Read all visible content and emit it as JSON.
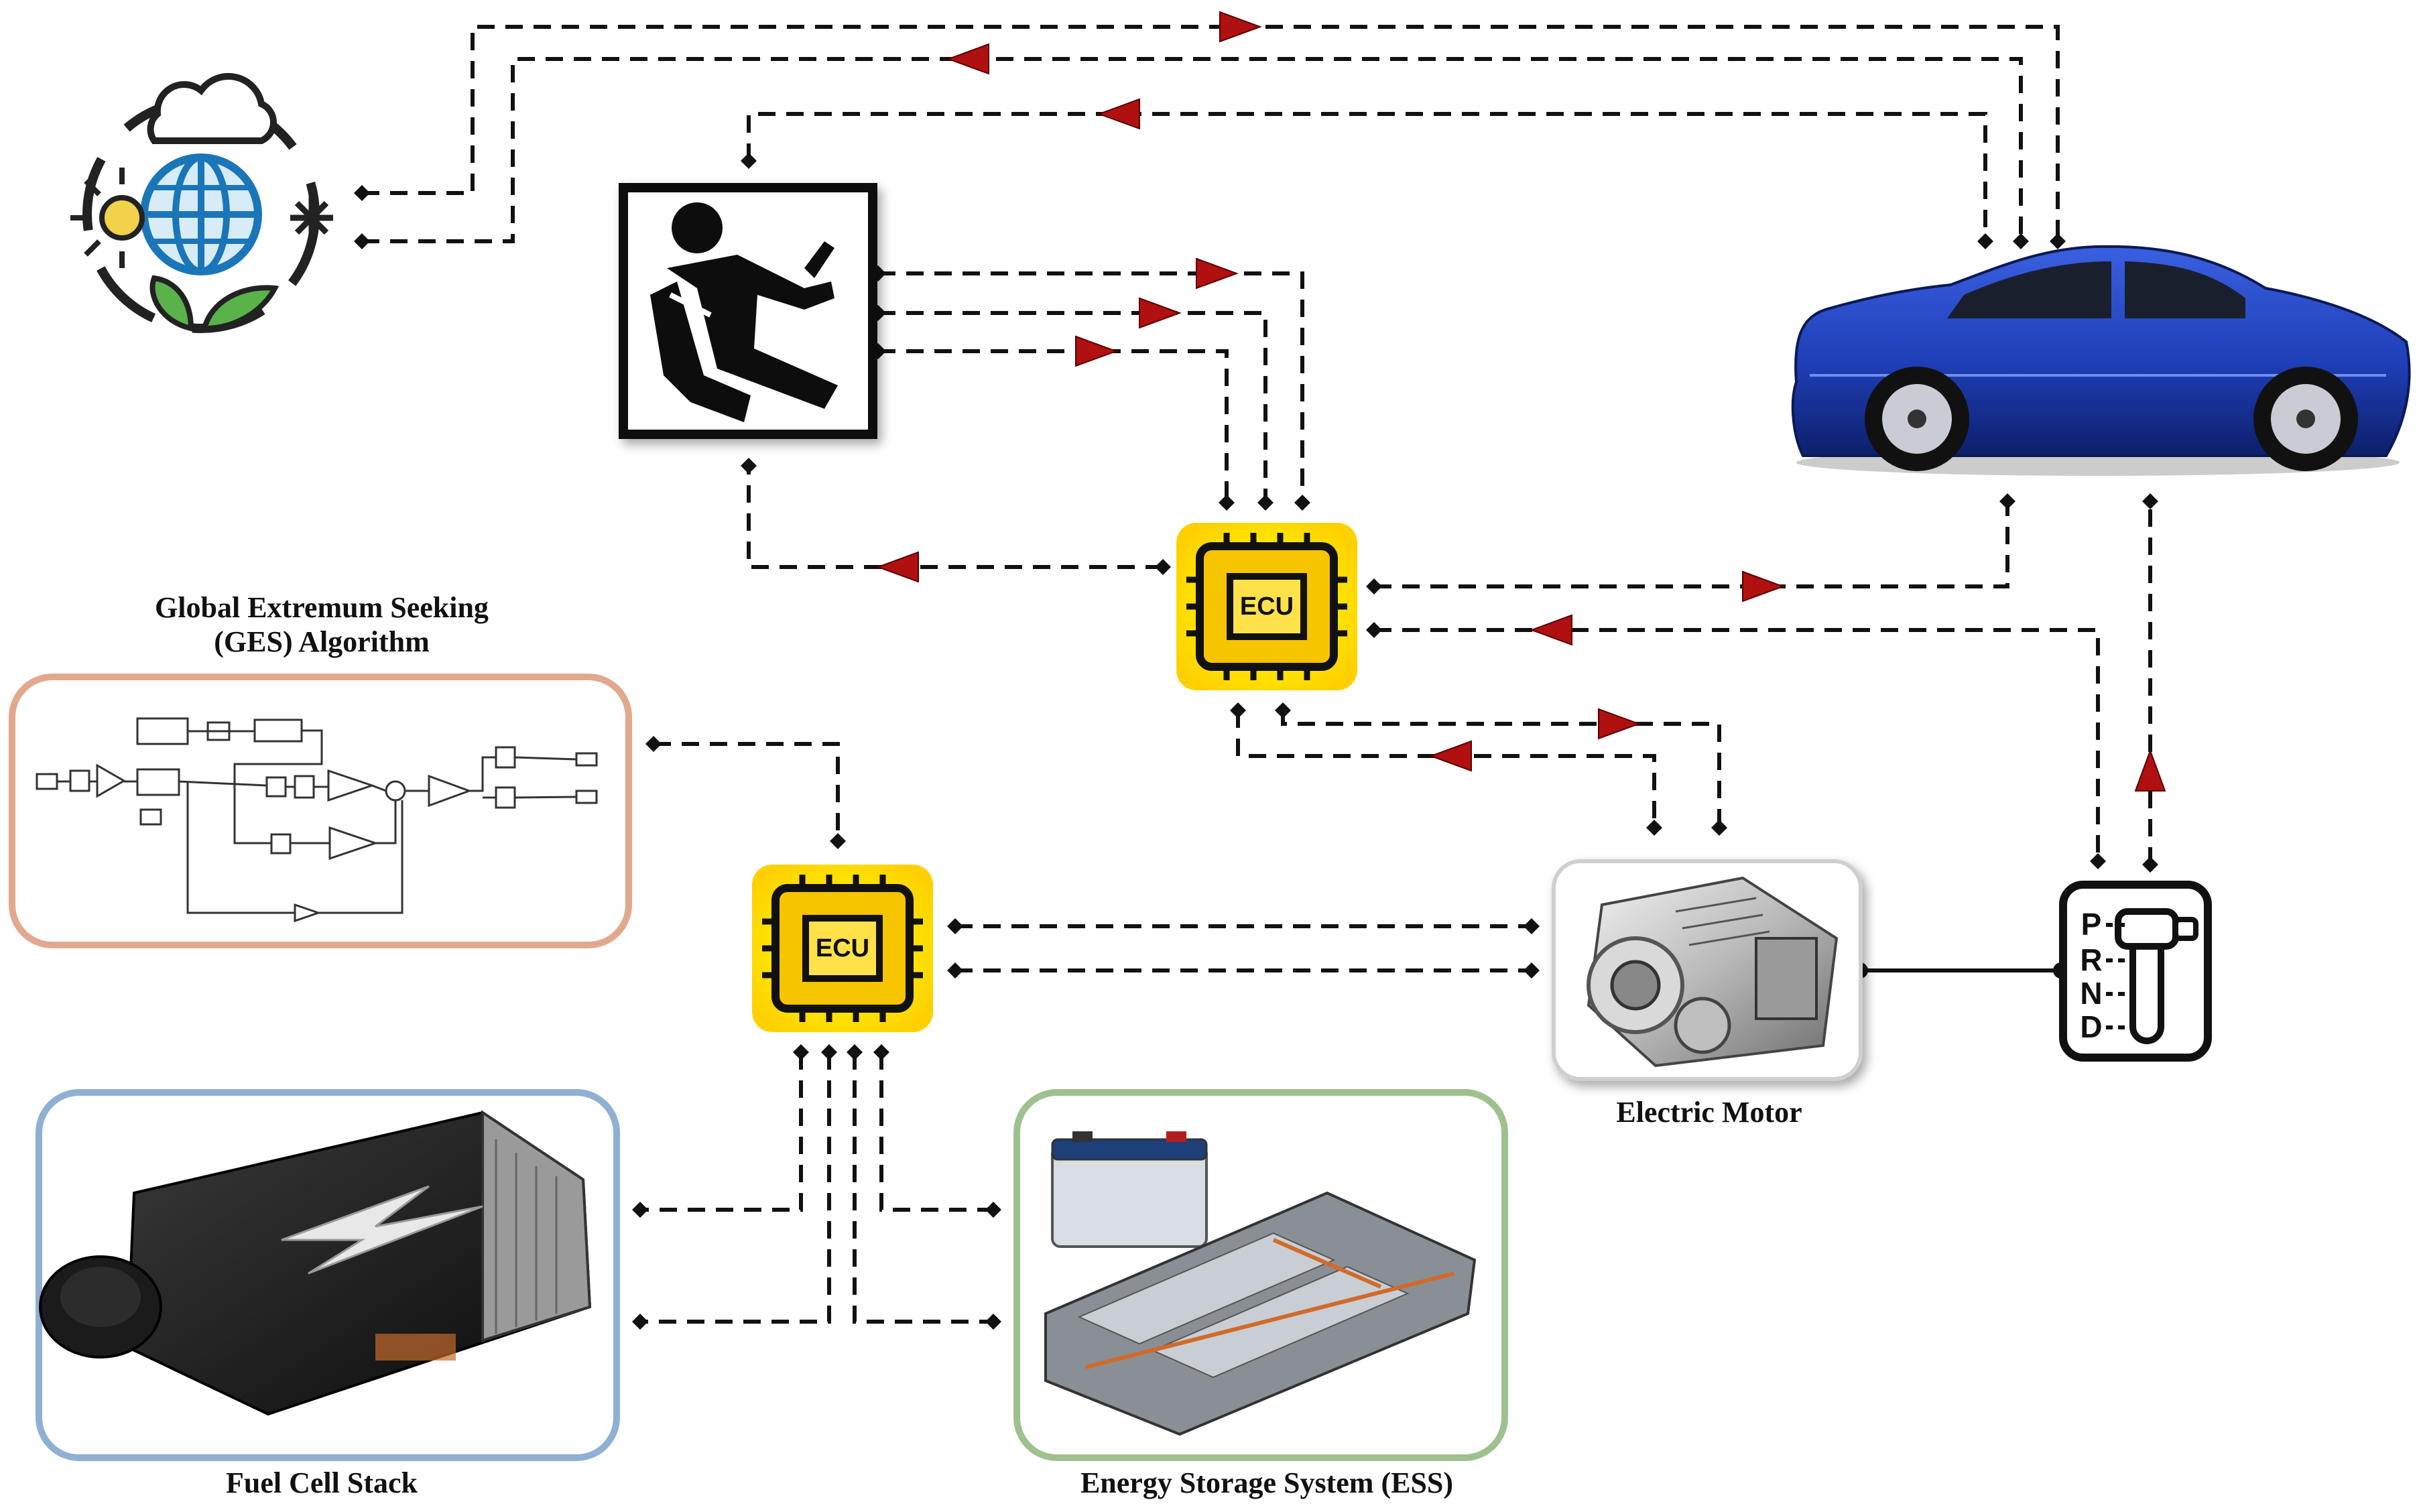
{
  "labels": {
    "ges_line1": "Global Extremum Seeking",
    "ges_line2": "(GES) Algorithm",
    "electric_motor": "Electric Motor",
    "fuel_cell": "Fuel Cell Stack",
    "ess": "Energy Storage System (ESS)",
    "ecu": "ECU",
    "gear_letters": [
      "P",
      "R",
      "N",
      "D"
    ]
  },
  "colors": {
    "line": "#111111",
    "arrow": "#b01010",
    "ecu_glow": "#ffe600",
    "ecu_body": "#f7c400",
    "ges_border": "#e2a88e",
    "fuel_border": "#8fb0d3",
    "ess_border": "#9fc08f",
    "car_body": "#1f3fb8",
    "icon_blue": "#1a76b8",
    "icon_green": "#59b24a",
    "icon_sun": "#f2d24b"
  },
  "icons": [
    "environment-icon",
    "driver-icon",
    "car-icon",
    "ecu-chip-icon",
    "electric-motor-icon",
    "gear-shifter-icon",
    "fuel-cell-icon",
    "battery-icon"
  ]
}
